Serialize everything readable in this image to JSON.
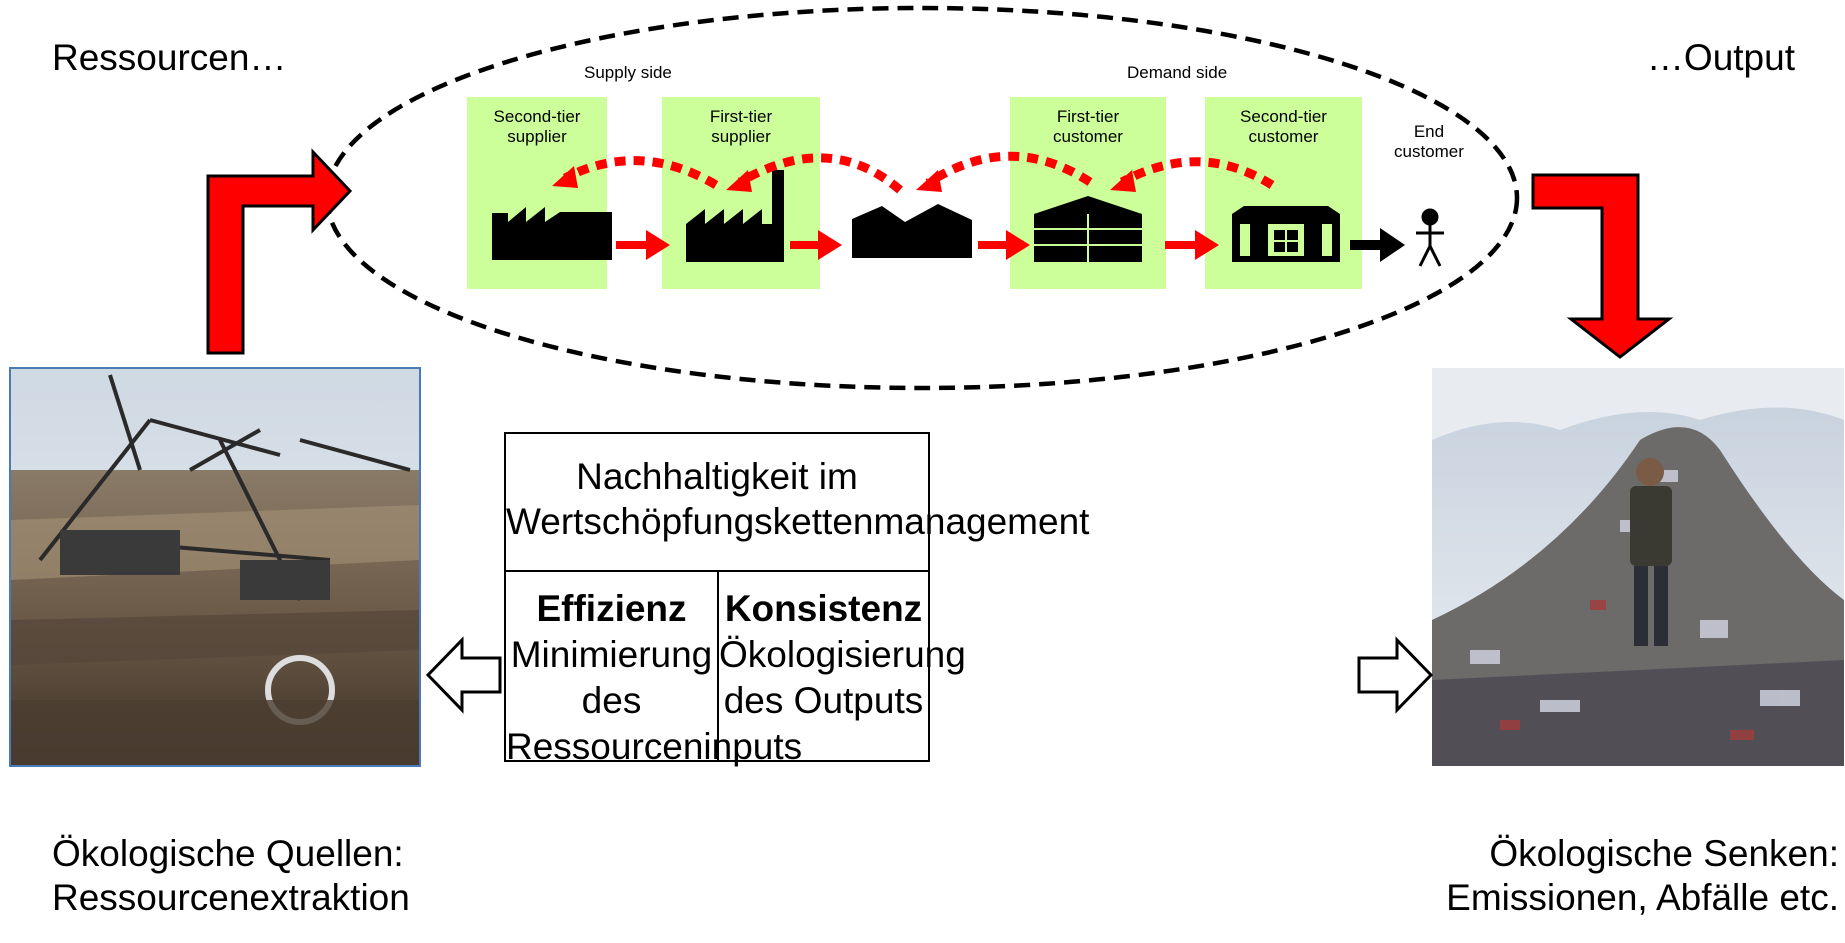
{
  "left_header": "Ressourcen…",
  "right_header": "…Output",
  "supply_side_label": "Supply side",
  "demand_side_label": "Demand side",
  "tiers": {
    "second_tier_supplier": [
      "Second-tier",
      "supplier"
    ],
    "first_tier_supplier": [
      "First-tier",
      "supplier"
    ],
    "first_tier_customer": [
      "First-tier",
      "customer"
    ],
    "second_tier_customer": [
      "Second-tier",
      "customer"
    ],
    "end_customer": [
      "End",
      "customer"
    ]
  },
  "center_box": {
    "title_line1": "Nachhaltigkeit im",
    "title_line2": "Wertschöpfungskettenmanagement",
    "left_heading": "Effizienz",
    "left_line1": "Minimierung des",
    "left_line2": "Ressourceninputs",
    "right_heading": "Konsistenz",
    "right_line1": "Ökologisierung",
    "right_line2": "des Outputs"
  },
  "bottom_left": [
    "Ökologische Quellen:",
    "Ressourcenextraktion"
  ],
  "bottom_right": [
    "Ökologische Senken:",
    "Emissionen, Abfälle etc."
  ],
  "images": {
    "left_photo": "open-pit mine with bucket-wheel excavators",
    "right_photo": "person standing on landfill waste pile"
  },
  "colors": {
    "tier_fill": "#ccff99",
    "flow_arrow": "#ff0000",
    "ellipse_stroke": "#000000"
  }
}
